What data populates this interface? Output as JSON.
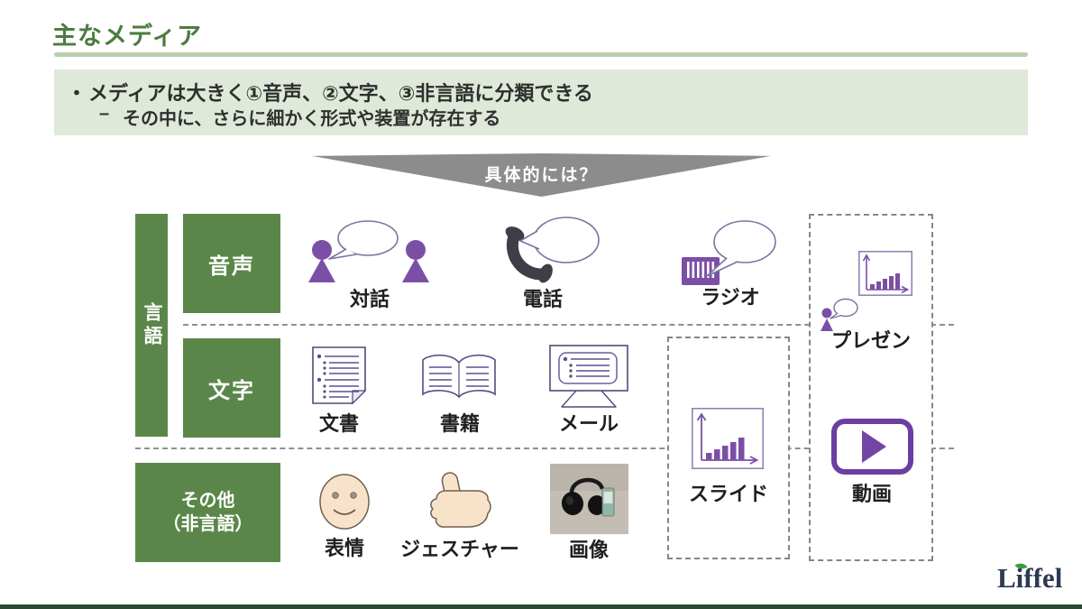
{
  "header": {
    "title": "主なメディア"
  },
  "callout": {
    "marker1": "・",
    "line1": "メディアは大きく①音声、②文字、③非言語に分類できる",
    "marker2": "–",
    "line2": "その中に、さらに細かく形式や装置が存在する"
  },
  "arrow": {
    "label": "具体的には？"
  },
  "matrix": {
    "group_label": "言語",
    "rows": [
      {
        "label": "音声",
        "items": [
          {
            "label": "対話"
          },
          {
            "label": "電話"
          },
          {
            "label": "ラジオ"
          }
        ]
      },
      {
        "label": "文字",
        "items": [
          {
            "label": "文書"
          },
          {
            "label": "書籍"
          },
          {
            "label": "メール"
          }
        ]
      },
      {
        "label": "その他",
        "label2": "（非言語）",
        "items": [
          {
            "label": "表情"
          },
          {
            "label": "ジェスチャー"
          },
          {
            "label": "画像"
          }
        ]
      }
    ],
    "extras": [
      {
        "label": "スライド"
      },
      {
        "label": "プレゼン"
      },
      {
        "label": "動画"
      }
    ]
  },
  "logo": {
    "text": "Liffel"
  },
  "colors": {
    "title_green": "#4c7c40",
    "box_green": "#5a8749",
    "underline_green": "#b9cfae",
    "callout_bg": "#dfe9d9",
    "arrow_gray": "#8c8c8c",
    "icon_purple": "#7b4fa6",
    "deep_purple": "#6b3fa2",
    "outline_purple": "#504a78",
    "phone_dark": "#3e3e46",
    "skin": "#f8e3ca",
    "label_black": "#1f1f1f",
    "logo_navy": "#2d3a52",
    "leaf_green": "#3d9a40"
  }
}
